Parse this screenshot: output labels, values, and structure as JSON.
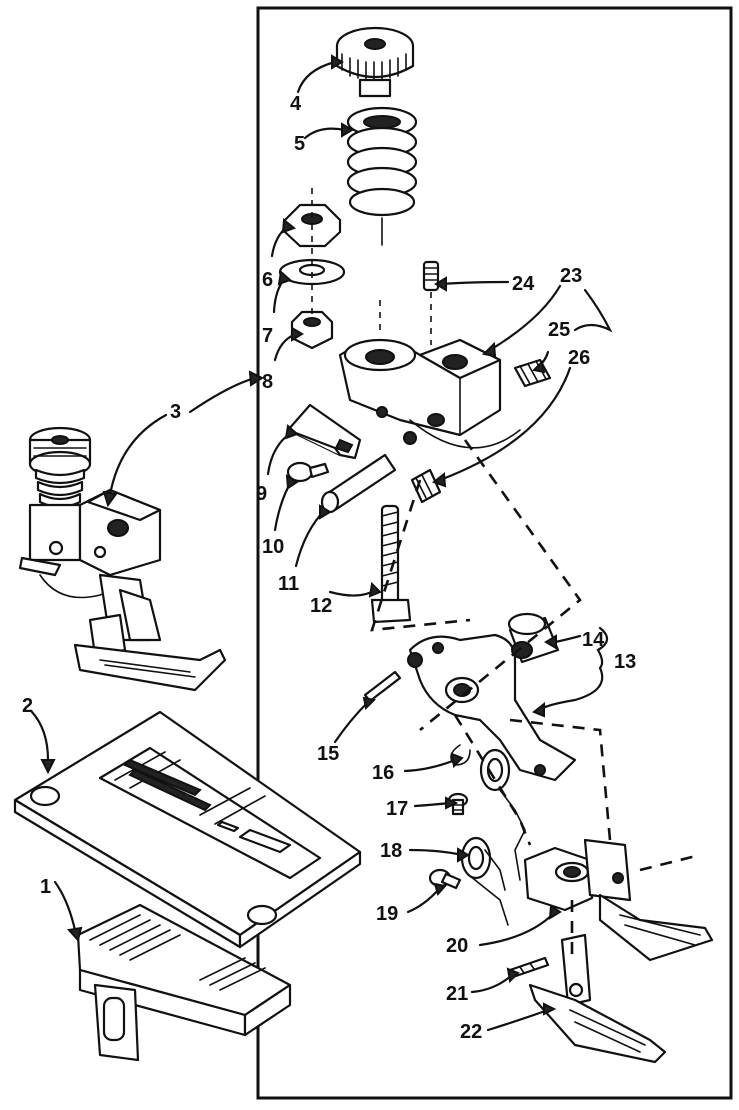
{
  "diagram": {
    "part_labels": [
      {
        "id": "p1",
        "text": "1"
      },
      {
        "id": "p2",
        "text": "2"
      },
      {
        "id": "p3",
        "text": "3"
      },
      {
        "id": "p4",
        "text": "4"
      },
      {
        "id": "p5",
        "text": "5"
      },
      {
        "id": "p6",
        "text": "6"
      },
      {
        "id": "p7",
        "text": "7"
      },
      {
        "id": "p8",
        "text": "8"
      },
      {
        "id": "p9",
        "text": "9"
      },
      {
        "id": "p10",
        "text": "10"
      },
      {
        "id": "p11",
        "text": "11"
      },
      {
        "id": "p12",
        "text": "12"
      },
      {
        "id": "p13",
        "text": "13"
      },
      {
        "id": "p14",
        "text": "14"
      },
      {
        "id": "p15",
        "text": "15"
      },
      {
        "id": "p16",
        "text": "16"
      },
      {
        "id": "p17",
        "text": "17"
      },
      {
        "id": "p18",
        "text": "18"
      },
      {
        "id": "p19",
        "text": "19"
      },
      {
        "id": "p20",
        "text": "20"
      },
      {
        "id": "p21",
        "text": "21"
      },
      {
        "id": "p22",
        "text": "22"
      },
      {
        "id": "p23",
        "text": "23"
      },
      {
        "id": "p24",
        "text": "24"
      },
      {
        "id": "p25",
        "text": "25"
      },
      {
        "id": "p26",
        "text": "26"
      }
    ]
  }
}
